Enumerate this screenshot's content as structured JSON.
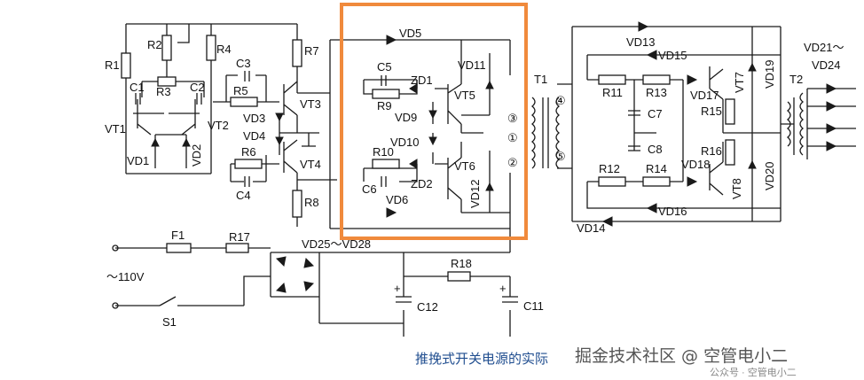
{
  "labels": {
    "R1": "R1",
    "R2": "R2",
    "R3": "R3",
    "R4": "R4",
    "R5": "R5",
    "R6": "R6",
    "R7": "R7",
    "R8": "R8",
    "R9": "R9",
    "R10": "R10",
    "R11": "R11",
    "R12": "R12",
    "R13": "R13",
    "R14": "R14",
    "R15": "R15",
    "R16": "R16",
    "R17": "R17",
    "R18": "R18",
    "C1": "C1",
    "C2": "C2",
    "C3": "C3",
    "C4": "C4",
    "C5": "C5",
    "C6": "C6",
    "C7": "C7",
    "C8": "C8",
    "C11": "C11",
    "C12": "C12",
    "VT1": "VT1",
    "VT2": "VT2",
    "VT3": "VT3",
    "VT4": "VT4",
    "VT5": "VT5",
    "VT6": "VT6",
    "VT7": "VT7",
    "VT8": "VT8",
    "VD1": "VD1",
    "VD2": "VD2",
    "VD3": "VD3",
    "VD4": "VD4",
    "VD5": "VD5",
    "VD6": "VD6",
    "VD9": "VD9",
    "VD10": "VD10",
    "VD11": "VD11",
    "VD12": "VD12",
    "VD13": "VD13",
    "VD14": "VD14",
    "VD15": "VD15",
    "VD16": "VD16",
    "VD17": "VD17",
    "VD18": "VD18",
    "VD19": "VD19",
    "VD20": "VD20",
    "VD21": "VD21～",
    "VD24": "VD24",
    "VD25": "VD25～VD28",
    "ZD1": "ZD1",
    "ZD2": "ZD2",
    "T1": "T1",
    "T2": "T2",
    "F1": "F1",
    "S1": "S1",
    "AC": "～110V",
    "pin1": "①",
    "pin2": "②",
    "pin3": "③",
    "pin4": "④",
    "pin5": "⑤",
    "plus": "+"
  },
  "caption": "推挽式开关电源的实际",
  "watermark": "掘金技术社区 @ 空管电小二",
  "watermark2": "公众号 · 空管电小二",
  "colors": {
    "highlight": "#f08a3c",
    "caption": "#1f4d8f",
    "wire": "#1a1a1a"
  }
}
